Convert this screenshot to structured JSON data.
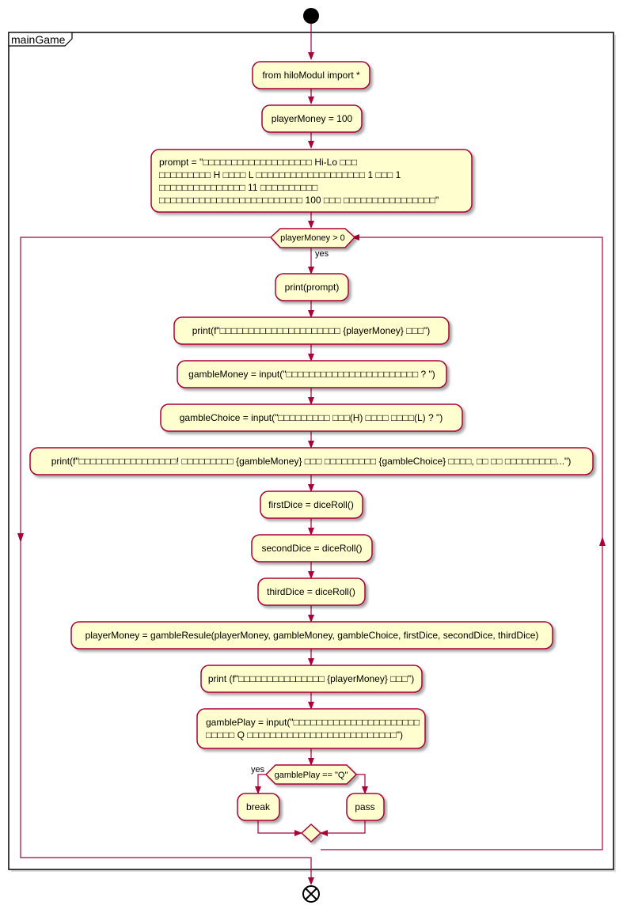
{
  "frame": {
    "title": "mainGame"
  },
  "nodes": {
    "import": "from hiloModul import *",
    "player_money_init": "playerMoney = 100",
    "prompt_lines": [
      "prompt = \"□□□□□□□□□□□□□□□□□□□ Hi-Lo □□□",
      "□□□□□□□□□ H □□□□ L □□□□□□□□□□□□□□□□□□□ 1 □□□ 1",
      "□□□□□□□□□□□□□□□ 11 □□□□□□□□□□",
      "□□□□□□□□□□□□□□□□□□□□□□□□□ 100 □□□ □□□□□□□□□□□□□□□□\""
    ],
    "print_prompt": "print(prompt)",
    "print_money": "print(f\"□□□□□□□□□□□□□□□□□□□□□ {playerMoney} □□□\")",
    "gamble_money": "gambleMoney = input(\"□□□□□□□□□□□□□□□□□□□□□□□ ? \")",
    "gamble_choice": "gambleChoice = input(\"□□□□□□□□□ □□□(H) □□□□ □□□□(L) ? \")",
    "print_bet": "print(f\"□□□□□□□□□□□□□□□□□! □□□□□□□□□ {gambleMoney} □□□ □□□□□□□□□ {gambleChoice} □□□□, □□ □□ □□□□□□□□□...\")",
    "first_dice": "firstDice = diceRoll()",
    "second_dice": "secondDice = diceRoll()",
    "third_dice": "thirdDice = diceRoll()",
    "gamble_result": "playerMoney = gambleResule(playerMoney, gambleMoney, gambleChoice, firstDice, secondDice, thirdDice)",
    "print_remaining": "print (f\"□□□□□□□□□□□□□□□ {playerMoney} □□□\")",
    "gamble_play_lines": [
      "gamblePlay = input(\"□□□□□□□□□□□□□□□□□□□□□□",
      "□□□□□ Q □□□□□□□□□□□□□□□□□□□□□□□□□□\")"
    ],
    "break": "break",
    "pass": "pass"
  },
  "decisions": {
    "while_condition": "playerMoney > 0",
    "while_yes": "yes",
    "if_condition": "gamblePlay == \"Q\"",
    "if_yes": "yes"
  }
}
